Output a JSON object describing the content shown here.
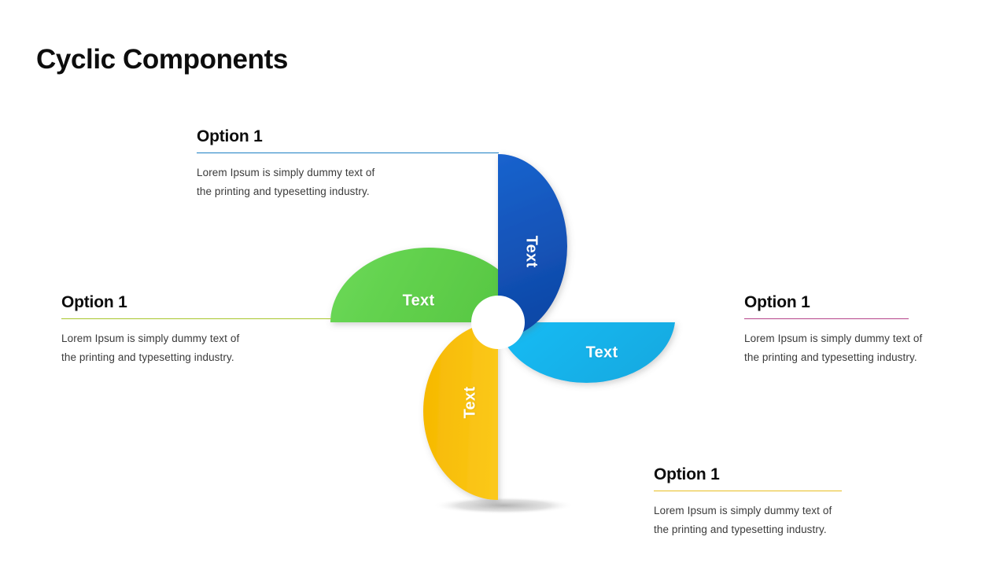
{
  "page": {
    "title": "Cyclic Components",
    "background": "#FFFFFF"
  },
  "options": [
    {
      "id": "top",
      "title": "Option 1",
      "rule_color": "#1C7FC4",
      "body_line1": "Lorem Ipsum is simply dummy text of",
      "body_line2": "the printing and typesetting industry."
    },
    {
      "id": "left",
      "title": "Option 1",
      "rule_color": "#A8C62C",
      "body_line1": "Lorem Ipsum is simply dummy text of",
      "body_line2": "the printing and typesetting industry."
    },
    {
      "id": "right",
      "title": "Option 1",
      "rule_color": "#B5448A",
      "body_line1": "Lorem Ipsum is simply dummy text of",
      "body_line2": "the printing and typesetting industry."
    },
    {
      "id": "bottom",
      "title": "Option 1",
      "rule_color": "#E8BE22",
      "body_line1": "Lorem Ipsum is simply dummy text of",
      "body_line2": "the printing and typesetting industry."
    }
  ],
  "pinwheel": {
    "hub_color": "#FFFFFF",
    "blades": [
      {
        "id": "blue",
        "label": "Text",
        "color": "#1558C0",
        "color_dark": "#0E47A6",
        "position": "top-right"
      },
      {
        "id": "green",
        "label": "Text",
        "color": "#64D24E",
        "color_dark": "#4FC13A",
        "position": "top-left"
      },
      {
        "id": "cyan",
        "label": "Text",
        "color": "#18B7F0",
        "color_dark": "#0FA5DC",
        "position": "bottom-right"
      },
      {
        "id": "yellow",
        "label": "Text",
        "color": "#F9BF10",
        "color_dark": "#E8AE05",
        "position": "bottom-left"
      }
    ]
  }
}
